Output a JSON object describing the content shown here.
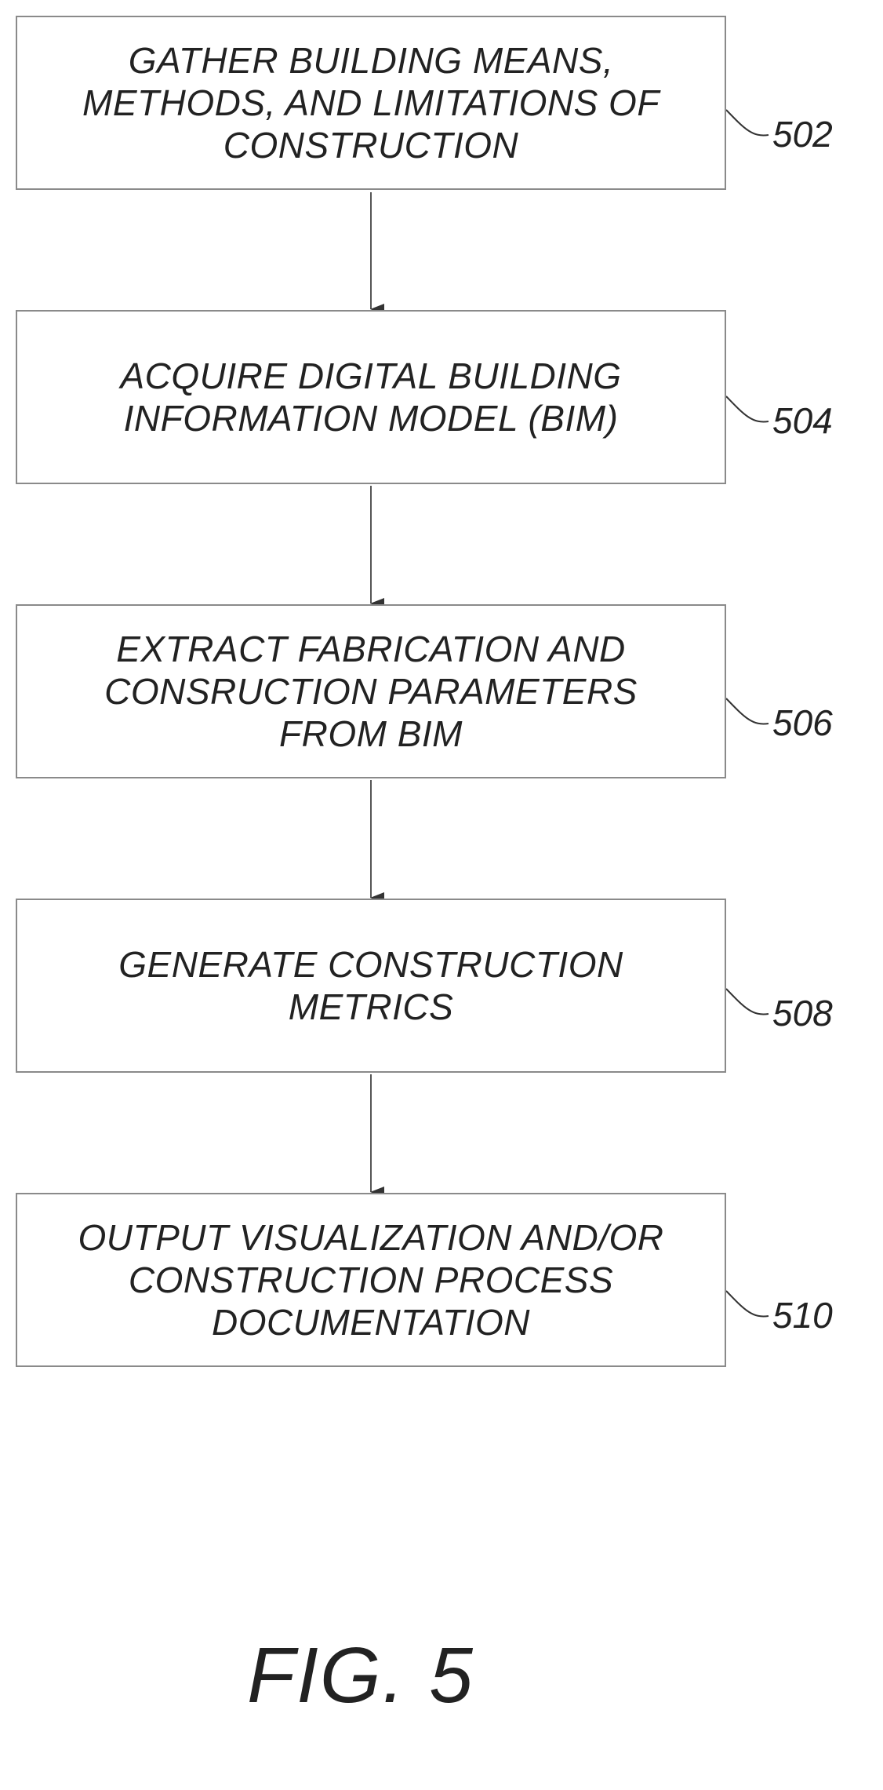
{
  "steps": [
    {
      "text": "GATHER BUILDING MEANS,\nMETHODS, AND LIMITATIONS OF\nCONSTRUCTION",
      "ref": "502"
    },
    {
      "text": "ACQUIRE DIGITAL BUILDING\nINFORMATION MODEL (BIM)",
      "ref": "504"
    },
    {
      "text": "EXTRACT FABRICATION AND\nCONSRUCTION PARAMETERS\nFROM BIM",
      "ref": "506"
    },
    {
      "text": "GENERATE CONSTRUCTION\nMETRICS",
      "ref": "508"
    },
    {
      "text": "OUTPUT VISUALIZATION AND/OR\nCONSTRUCTION PROCESS\nDOCUMENTATION",
      "ref": "510"
    }
  ],
  "figure_label": "FIG. 5"
}
